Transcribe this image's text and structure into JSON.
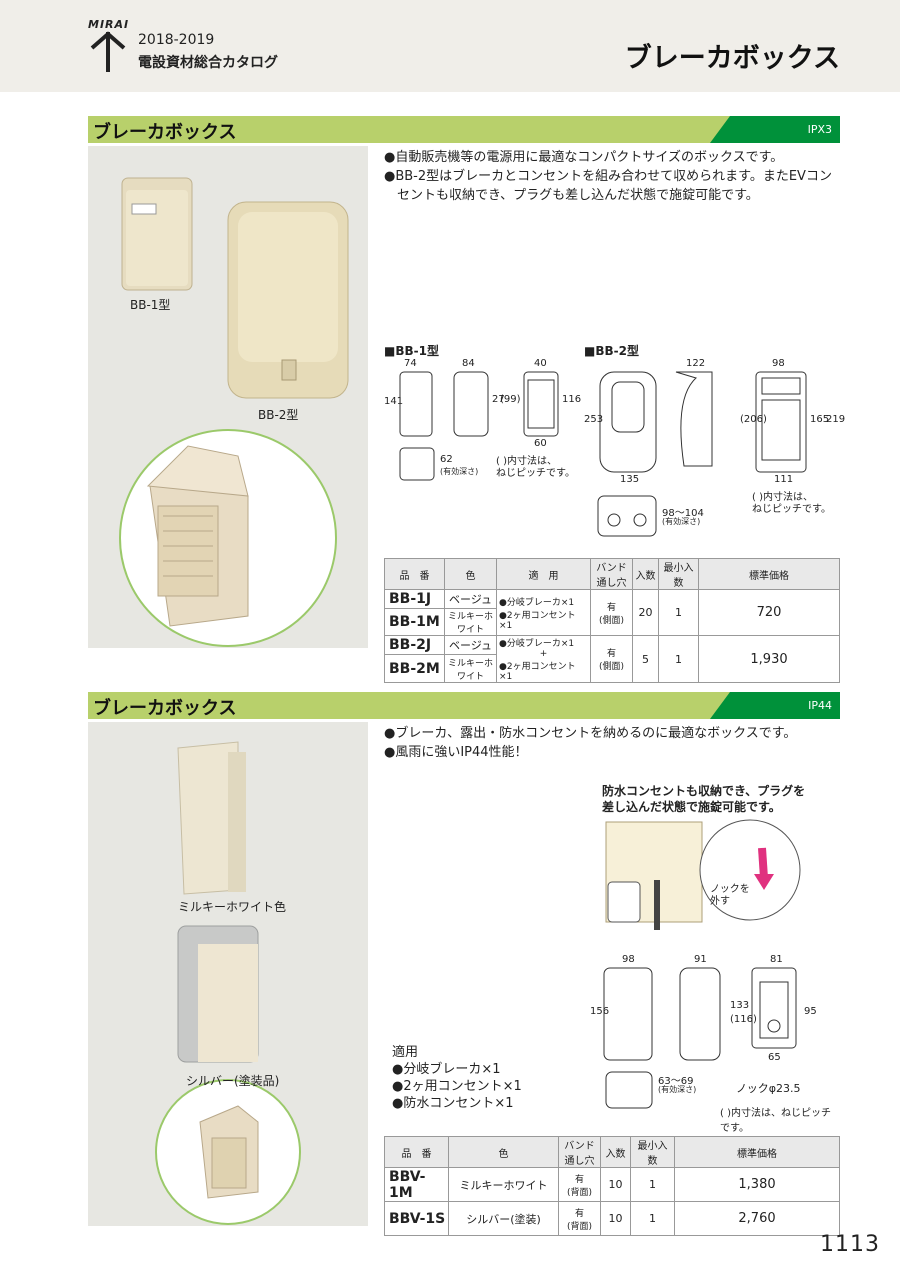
{
  "header": {
    "logo": "MIRAI",
    "year": "2018-2019",
    "catalog": "電設資材総合カタログ",
    "page_title": "ブレーカボックス"
  },
  "s1": {
    "title": "ブレーカボックス",
    "code": "IPX3",
    "bullets": [
      "●自動販売機等の電源用に最適なコンパクトサイズのボックスです。",
      "●BB-2型はブレーカとコンセントを組み合わせて収められます。またEVコン",
      "　セントも収納でき、プラグも差し込んだ状態で施錠可能です。"
    ],
    "photo_labels": {
      "bb1": "BB-1型",
      "bb2": "BB-2型"
    },
    "dwg": {
      "bb1_label": "■BB-1型",
      "bb2_label": "■BB-2型",
      "d74": "74",
      "d84": "84",
      "d40": "40",
      "d141": "141",
      "d27": "27",
      "d99": "(99)",
      "d116": "116",
      "d60": "60",
      "d62": "62",
      "d62n": "(有効深さ)",
      "note1a": "(  )内寸法は、",
      "note1b": "ねじピッチです。",
      "d122": "122",
      "d98": "98",
      "d253": "253",
      "d206": "(206)",
      "d165": "165",
      "d219": "219",
      "d135": "135",
      "d111": "111",
      "d98104": "98〜104",
      "d98104n": "(有効深さ)",
      "note2a": "(  )内寸法は、",
      "note2b": "ねじピッチです。"
    },
    "table": {
      "headers": [
        "品　番",
        "色",
        "適　用",
        "バンド通し穴",
        "入数",
        "最小入数",
        "標準価格"
      ],
      "rows": [
        {
          "code": "BB-1J",
          "color": "ベージュ"
        },
        {
          "code": "BB-1M",
          "color": "ミルキーホワイト"
        },
        {
          "code": "BB-2J",
          "color": "ベージュ"
        },
        {
          "code": "BB-2M",
          "color": "ミルキーホワイト"
        }
      ],
      "g1": {
        "apply1": "●分岐ブレーカ×1",
        "apply2": "●2ヶ用コンセント×1",
        "band1": "有",
        "band2": "(側面)",
        "qty": "20",
        "min": "1",
        "price": "720"
      },
      "g2": {
        "apply1": "●分岐ブレーカ×1",
        "apply2": "+",
        "apply3": "●2ヶ用コンセント×1",
        "band1": "有",
        "band2": "(側面)",
        "qty": "5",
        "min": "1",
        "price": "1,930"
      }
    }
  },
  "s2": {
    "title": "ブレーカボックス",
    "code": "IP44",
    "bullets": [
      "●ブレーカ、露出・防水コンセントを納めるのに最適なボックスです。",
      "●風雨に強いIP44性能！"
    ],
    "photo_labels": {
      "white": "ミルキーホワイト色",
      "silver": "シルバー(塗装品)"
    },
    "callout": [
      "防水コンセントも収納でき、プラグを",
      "差し込んだ状態で施錠可能です。"
    ],
    "knock_label": [
      "ノックを",
      "外す"
    ],
    "apply_title": "適用",
    "apply_items": [
      "●分岐ブレーカ×1",
      "●2ヶ用コンセント×1",
      "●防水コンセント×1"
    ],
    "dwg": {
      "d98": "98",
      "d91": "91",
      "d81": "81",
      "d156": "156",
      "d133": "133",
      "d116": "(116)",
      "d95": "95",
      "d65": "65",
      "d6369": "63〜69",
      "d6369n": "(有効深さ)",
      "knock": "ノックφ23.5",
      "note": "(  )内寸法は、ねじピッチです。"
    },
    "table": {
      "headers": [
        "品　番",
        "色",
        "バンド通し穴",
        "入数",
        "最小入数",
        "標準価格"
      ],
      "rows": [
        {
          "code": "BBV-1M",
          "color": "ミルキーホワイト",
          "band1": "有",
          "band2": "(背面)",
          "qty": "10",
          "min": "1",
          "price": "1,380"
        },
        {
          "code": "BBV-1S",
          "color": "シルバー(塗装)",
          "band1": "有",
          "band2": "(背面)",
          "qty": "10",
          "min": "1",
          "price": "2,760"
        }
      ]
    }
  },
  "page_number": "1113"
}
